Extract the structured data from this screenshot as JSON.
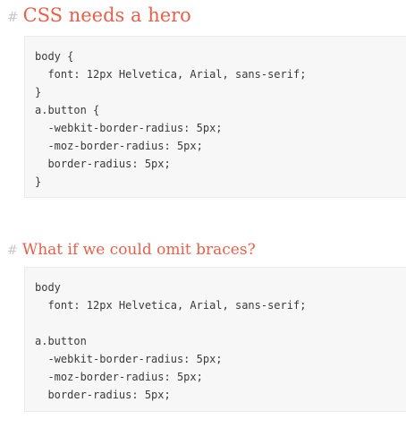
{
  "section1": {
    "hash": "#",
    "title": "CSS needs a hero",
    "code": [
      "body {",
      "  font: 12px Helvetica, Arial, sans-serif;",
      "}",
      "a.button {",
      "  -webkit-border-radius: 5px;",
      "  -moz-border-radius: 5px;",
      "  border-radius: 5px;",
      "}"
    ]
  },
  "section2": {
    "hash": "#",
    "title": "What if we could omit braces?",
    "code": [
      "body",
      "  font: 12px Helvetica, Arial, sans-serif;",
      "",
      "a.button",
      "  -webkit-border-radius: 5px;",
      "  -moz-border-radius: 5px;",
      "  border-radius: 5px;"
    ]
  }
}
